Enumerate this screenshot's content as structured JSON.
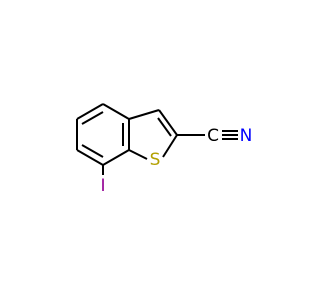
{
  "molecule": {
    "atoms": {
      "sulfur": "S",
      "iodine": "I",
      "nitrile_carbon": "C",
      "nitrile_nitrogen": "N"
    },
    "colors": {
      "bond": "#000000",
      "sulfur": "#b3a000",
      "iodine": "#940094",
      "nitrogen": "#0000ff",
      "carbon": "#000000"
    }
  }
}
